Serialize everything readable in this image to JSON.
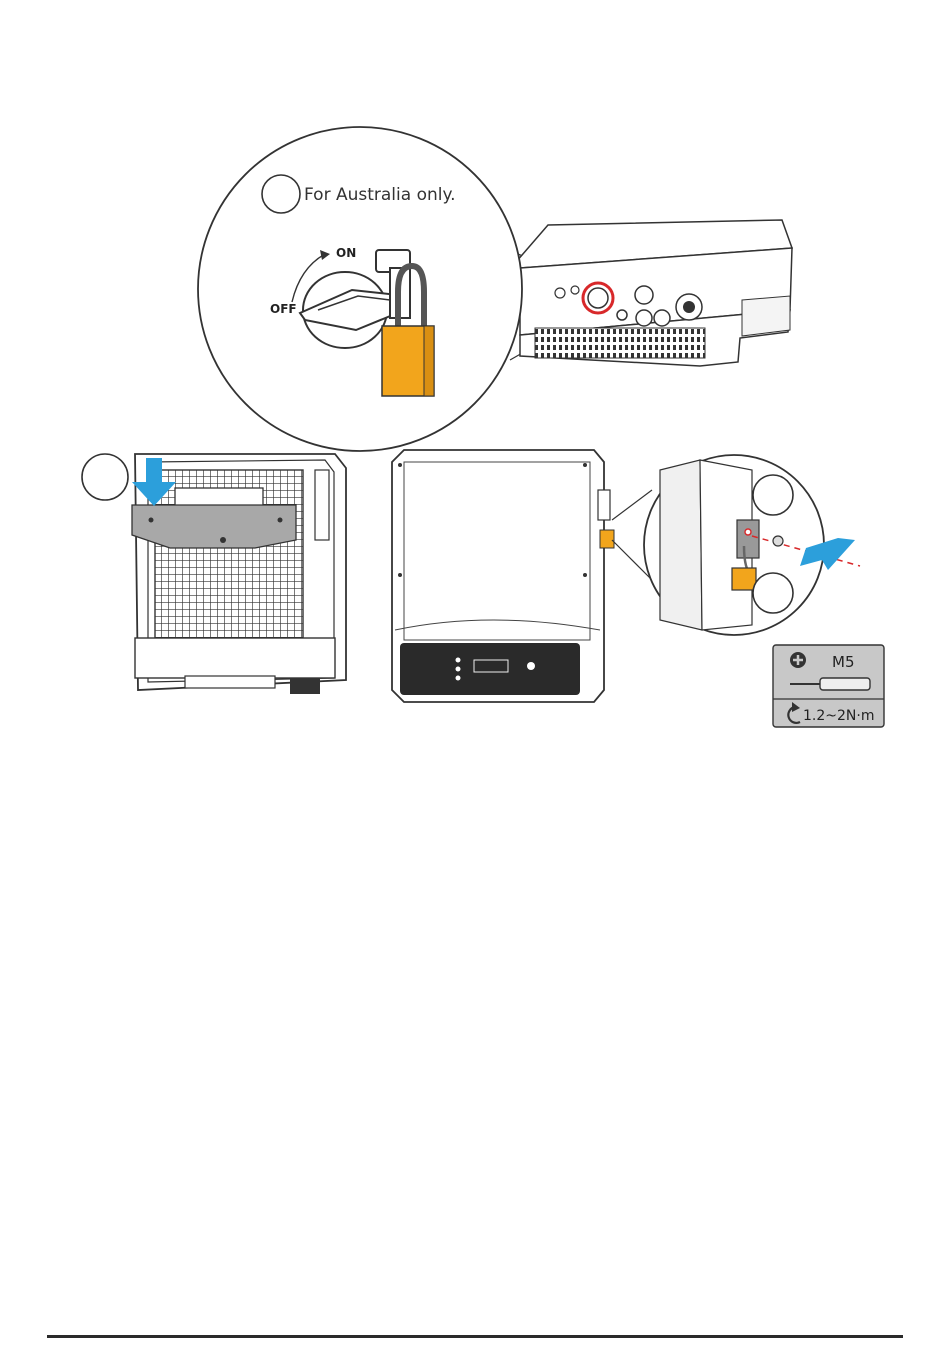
{
  "figure": {
    "callout_note": "For Australia only.",
    "switch_on_label": "ON",
    "switch_off_label": "OFF",
    "tool_spec": {
      "screw_size": "M5",
      "torque": "1.2~2N·m"
    },
    "colors": {
      "lock": "#f2a51c",
      "arrow": "#2c9fdb",
      "highlight": "#d8282a",
      "line": "#333333"
    }
  }
}
